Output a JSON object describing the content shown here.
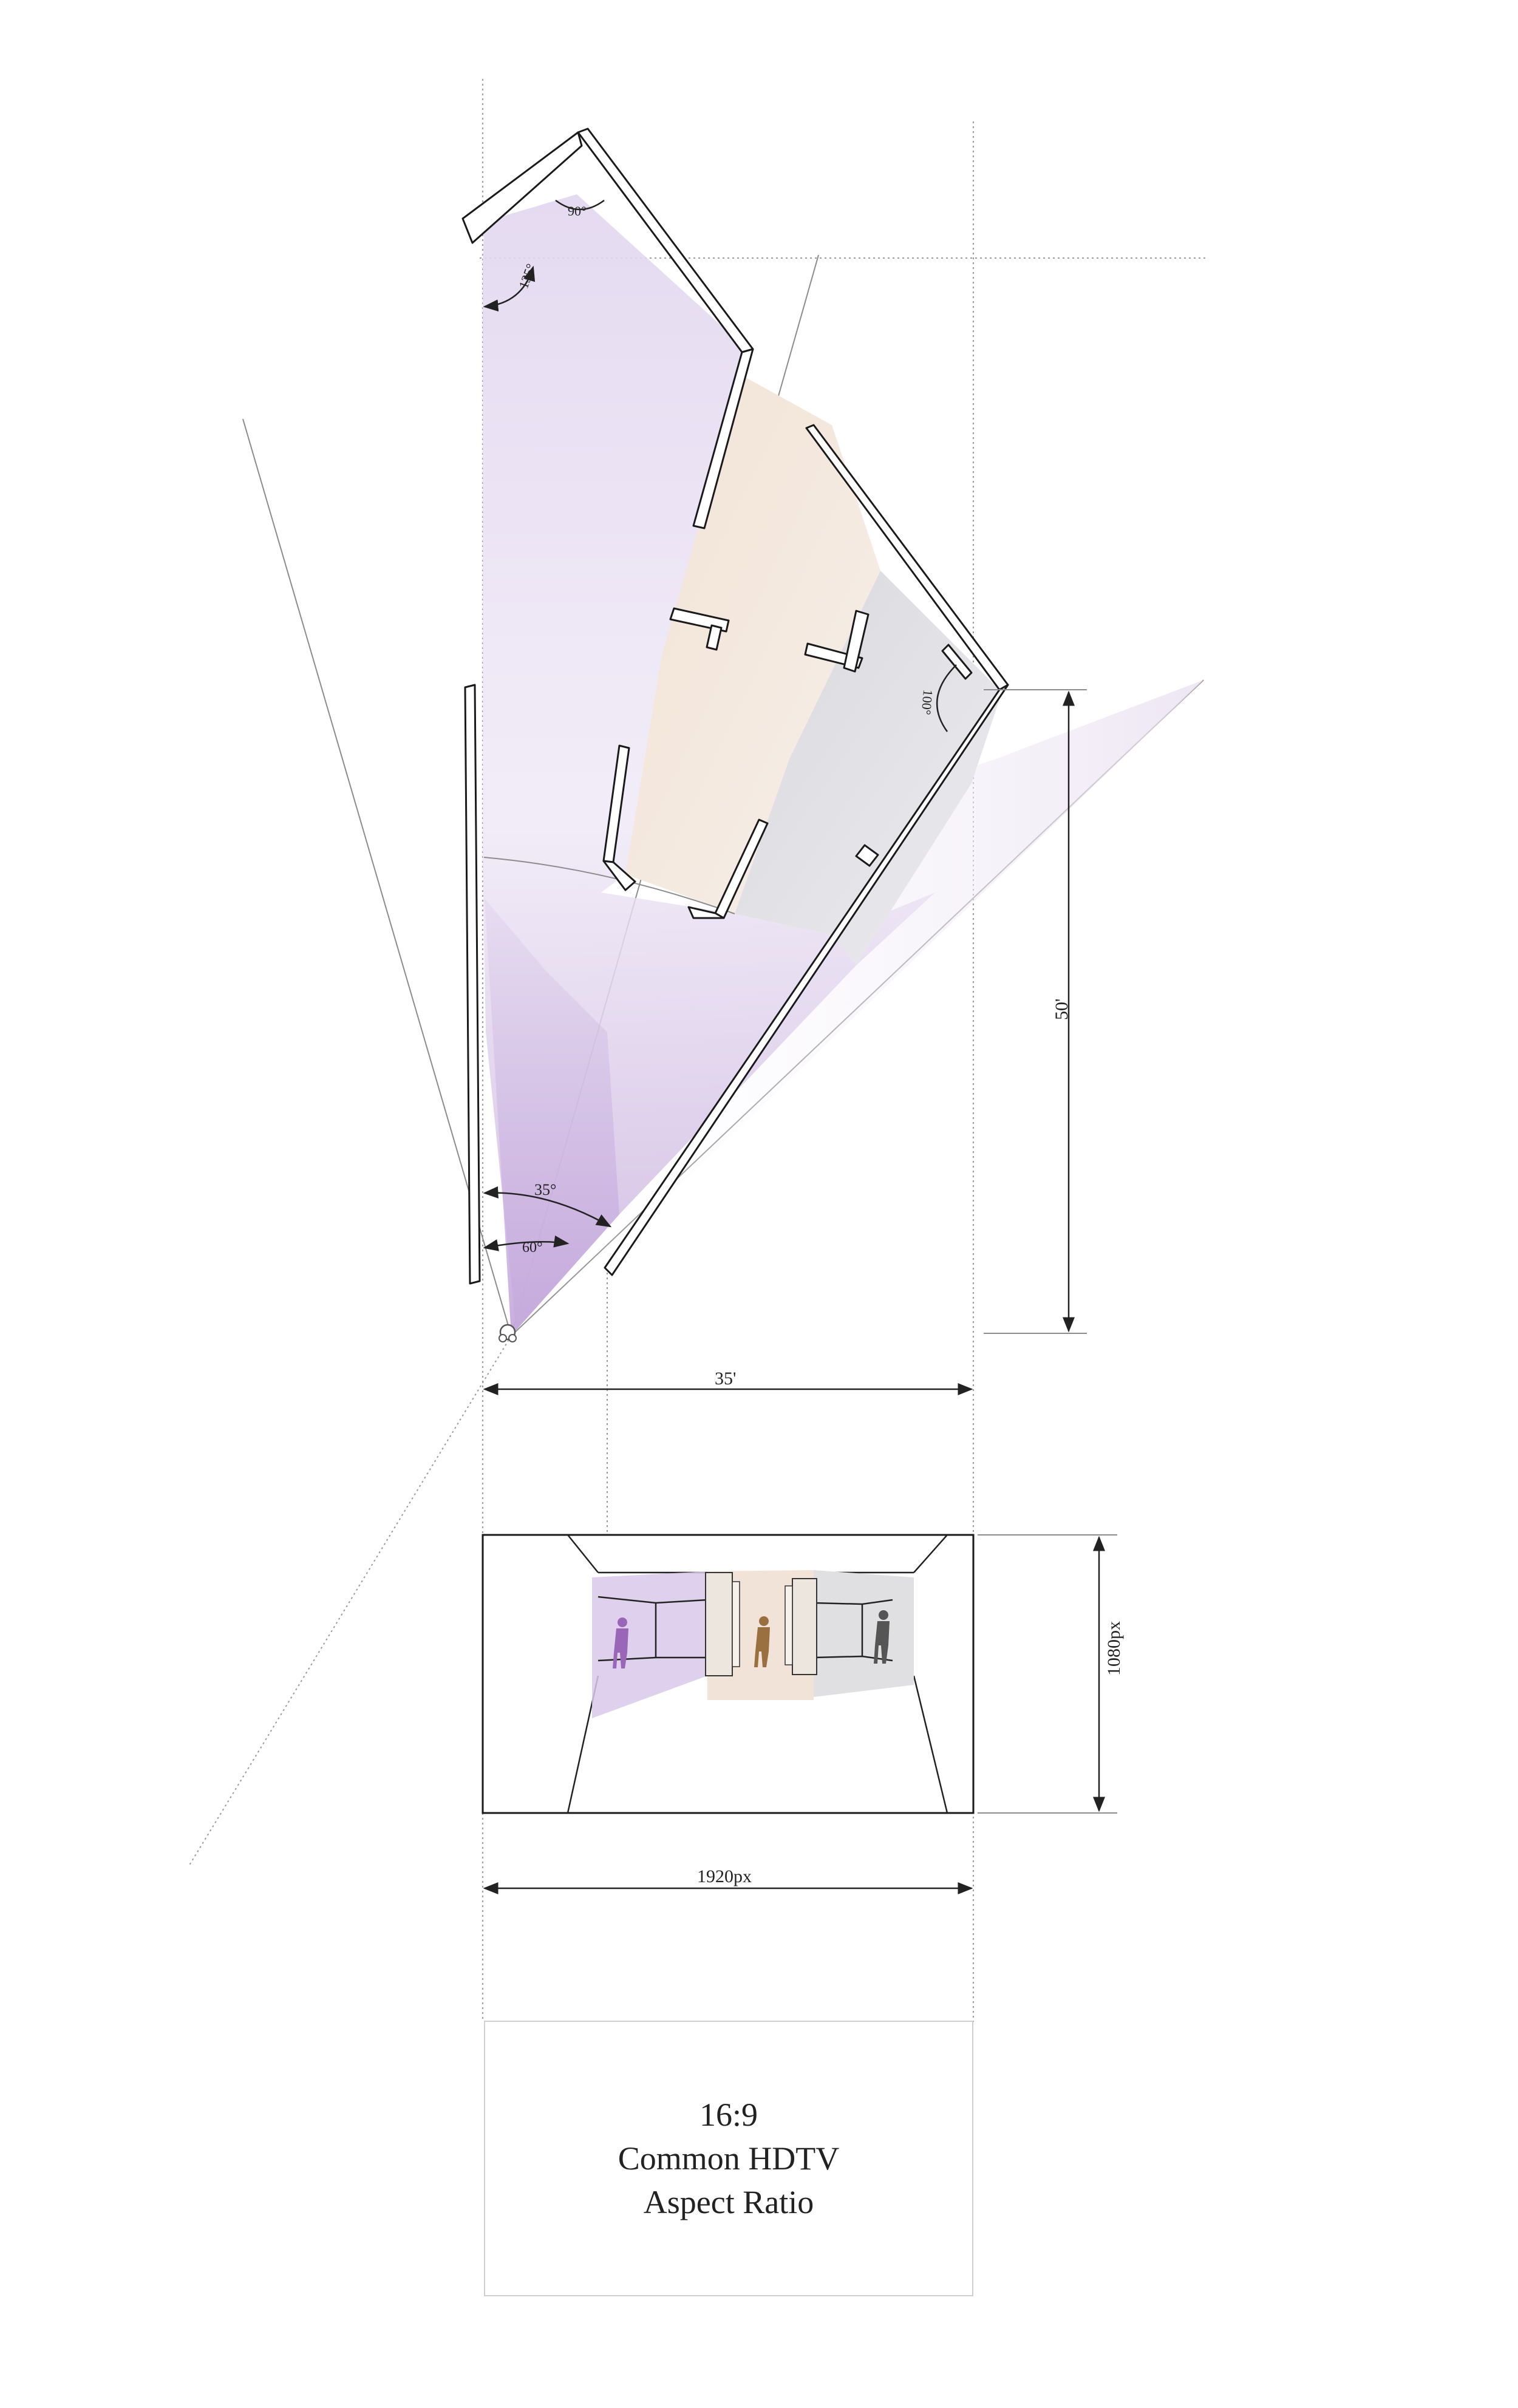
{
  "plan": {
    "angle_corner_top": "90°",
    "angle_corner_left": "135°",
    "angle_corner_right": "100°",
    "angle_fov_outer": "35°",
    "angle_fov_inner": "60°",
    "depth_dimension": "50'",
    "width_dimension": "35'"
  },
  "frame": {
    "height_dimension": "1080px",
    "width_dimension": "1920px"
  },
  "caption": {
    "line1": "16:9",
    "line2": "Common HDTV",
    "line3": "Aspect Ratio"
  },
  "colors": {
    "zone_violet": "#dcd0ec",
    "zone_peach": "#f1e2d6",
    "zone_grey": "#dcdce0",
    "figure_violet": "#9a66b8",
    "figure_brown": "#9a7040",
    "figure_grey": "#555555"
  }
}
